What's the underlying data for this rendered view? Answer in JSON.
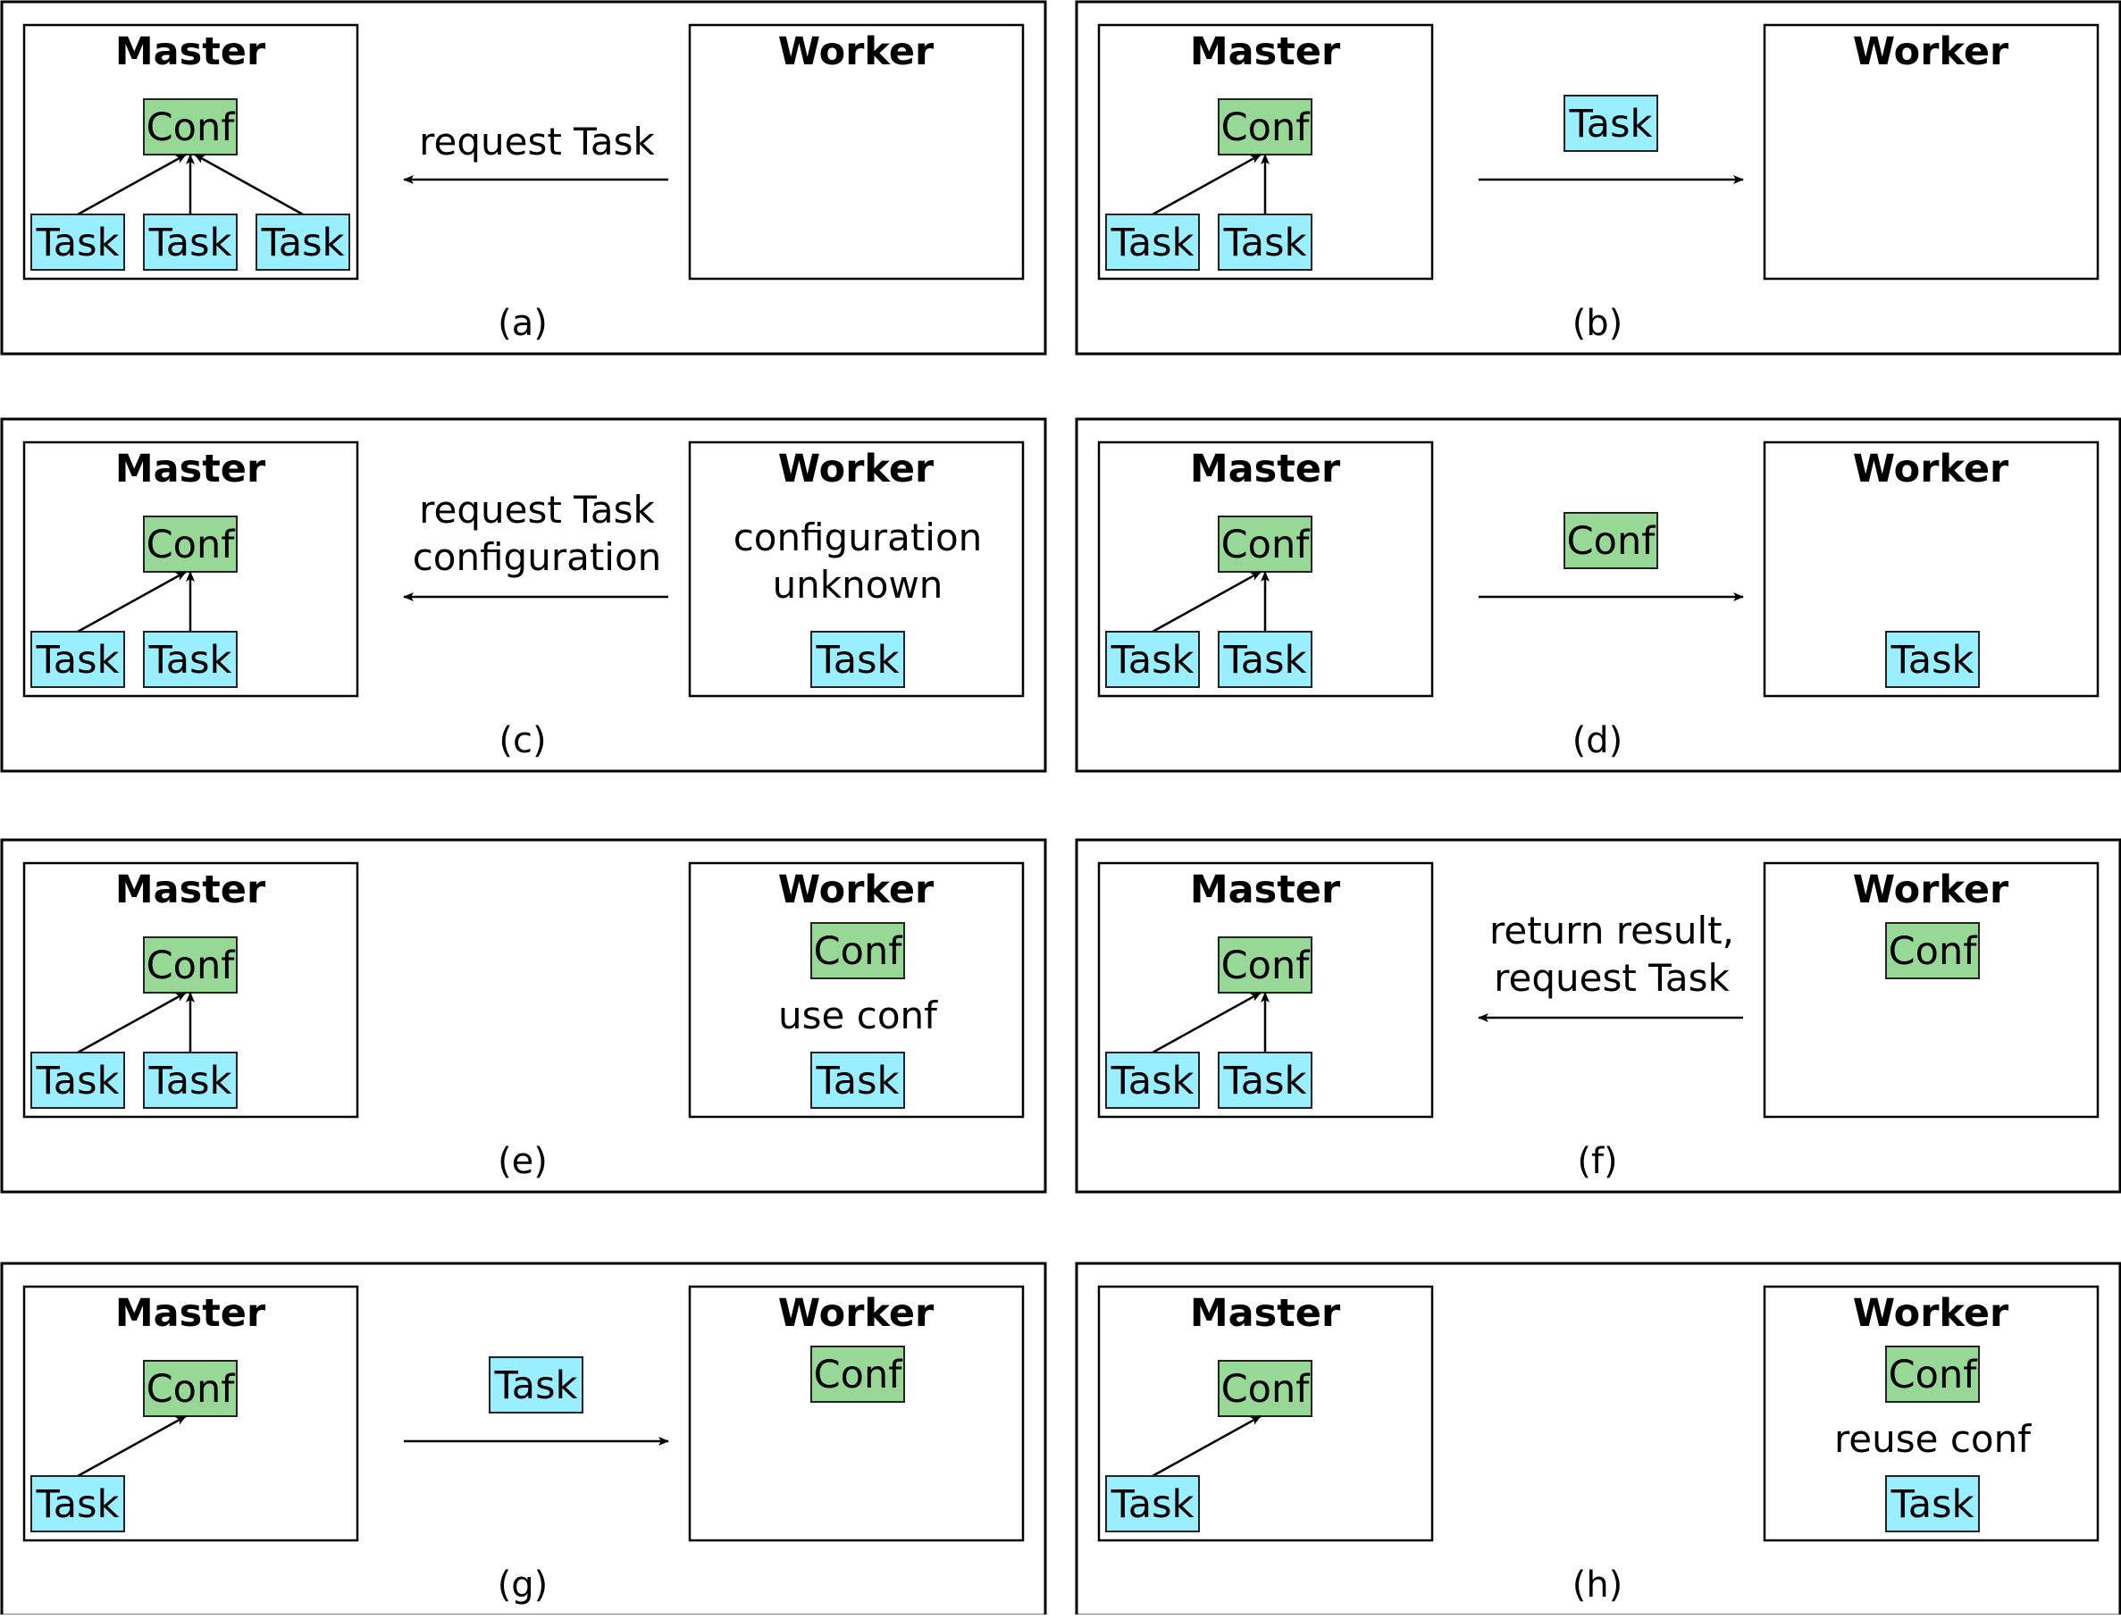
{
  "labels": {
    "master": "Master",
    "worker": "Worker",
    "task": "Task",
    "conf": "Conf"
  },
  "colors": {
    "task": "#99eeff",
    "conf": "#97d897",
    "line": "#000000"
  },
  "panels": [
    {
      "caption": "(a)",
      "master_tasks": 3,
      "message": {
        "direction": "to-master",
        "lines": [
          "request Task"
        ],
        "payload": null
      },
      "worker": {
        "conf": false,
        "note": [],
        "task": false
      }
    },
    {
      "caption": "(b)",
      "master_tasks": 2,
      "message": {
        "direction": "to-worker",
        "lines": [],
        "payload": "Task"
      },
      "worker": {
        "conf": false,
        "note": [],
        "task": false
      }
    },
    {
      "caption": "(c)",
      "master_tasks": 2,
      "message": {
        "direction": "to-master",
        "lines": [
          "request Task",
          "configuration"
        ],
        "payload": null
      },
      "worker": {
        "conf": false,
        "note": [
          "configuration",
          "unknown"
        ],
        "task": true
      }
    },
    {
      "caption": "(d)",
      "master_tasks": 2,
      "message": {
        "direction": "to-worker",
        "lines": [],
        "payload": "Conf"
      },
      "worker": {
        "conf": false,
        "note": [],
        "task": true
      }
    },
    {
      "caption": "(e)",
      "master_tasks": 2,
      "message": {
        "direction": "none",
        "lines": [],
        "payload": null
      },
      "worker": {
        "conf": true,
        "note": [
          "use conf"
        ],
        "task": true
      }
    },
    {
      "caption": "(f)",
      "master_tasks": 2,
      "message": {
        "direction": "to-master",
        "lines": [
          "return result,",
          "request Task"
        ],
        "payload": null
      },
      "worker": {
        "conf": true,
        "note": [],
        "task": false
      }
    },
    {
      "caption": "(g)",
      "master_tasks": 1,
      "message": {
        "direction": "to-worker",
        "lines": [],
        "payload": "Task"
      },
      "worker": {
        "conf": true,
        "note": [],
        "task": false
      }
    },
    {
      "caption": "(h)",
      "master_tasks": 1,
      "message": {
        "direction": "none",
        "lines": [],
        "payload": null
      },
      "worker": {
        "conf": true,
        "note": [
          "reuse conf"
        ],
        "task": true
      }
    }
  ]
}
